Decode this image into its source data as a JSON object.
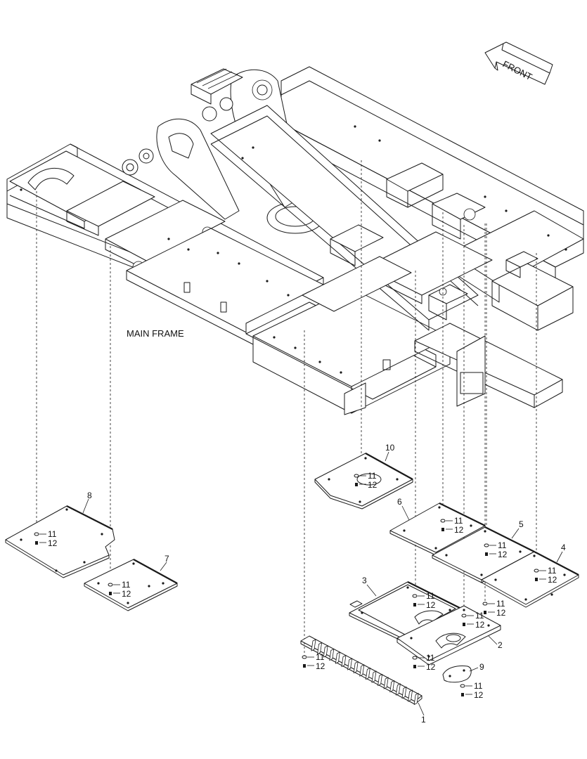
{
  "labels": {
    "main_frame": "MAIN FRAME",
    "front": "FRONT"
  },
  "callouts": {
    "p1": "1",
    "p2": "2",
    "p3": "3",
    "p4": "4",
    "p5": "5",
    "p6": "6",
    "p7": "7",
    "p8": "8",
    "p9": "9",
    "p10": "10",
    "bolt": "11",
    "washer": "12"
  }
}
